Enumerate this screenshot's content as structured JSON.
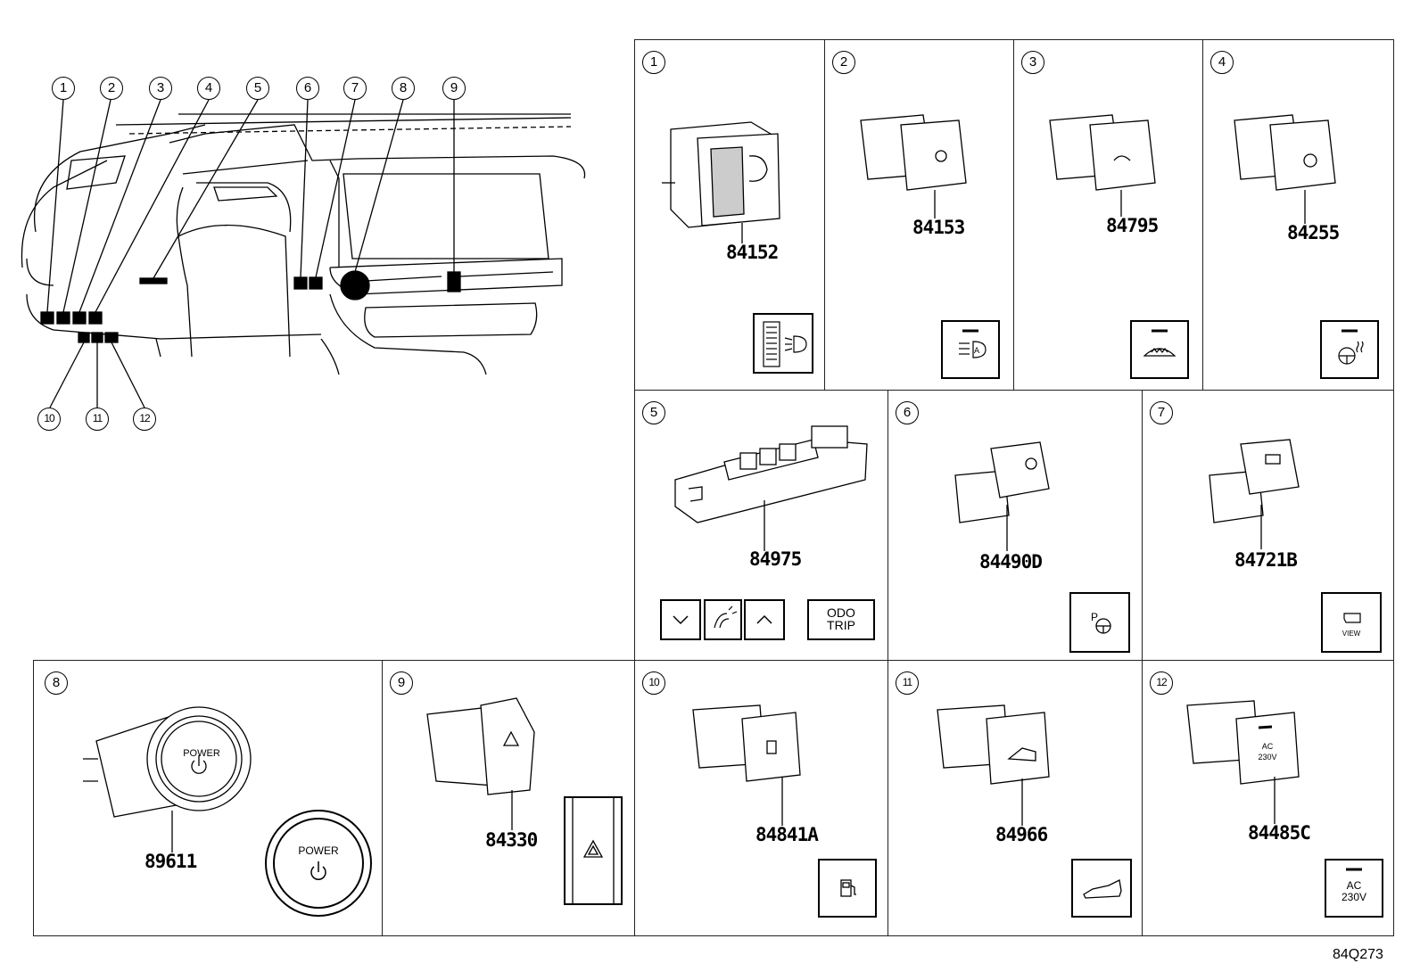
{
  "callouts": [
    "1",
    "2",
    "3",
    "4",
    "5",
    "6",
    "7",
    "8",
    "9",
    "10",
    "11",
    "12"
  ],
  "cells": [
    {
      "num": "1",
      "part": "84152"
    },
    {
      "num": "2",
      "part": "84153"
    },
    {
      "num": "3",
      "part": "84795"
    },
    {
      "num": "4",
      "part": "84255"
    },
    {
      "num": "5",
      "part": "84975",
      "buttons": {
        "odo": "ODO",
        "trip": "TRIP"
      }
    },
    {
      "num": "6",
      "part": "84490D",
      "icon_label": "P"
    },
    {
      "num": "7",
      "part": "84721B",
      "icon_label": "VIEW"
    },
    {
      "num": "8",
      "part": "89611",
      "icon_label": "POWER"
    },
    {
      "num": "9",
      "part": "84330"
    },
    {
      "num": "10",
      "part": "84841A"
    },
    {
      "num": "11",
      "part": "84966"
    },
    {
      "num": "12",
      "part": "84485C",
      "icon_label_1": "AC",
      "icon_label_2": "230V"
    }
  ],
  "diagram_code": "84Q273",
  "icons": [
    "headlamp-level-icon",
    "auto-high-beam-icon",
    "windshield-deicer-icon",
    "heated-steering-icon",
    "meter-switch-icon",
    "parking-steering-icon",
    "camera-view-icon",
    "power-button-icon",
    "hazard-icon",
    "fuel-door-icon",
    "rear-hatch-icon",
    "ac-outlet-icon"
  ]
}
